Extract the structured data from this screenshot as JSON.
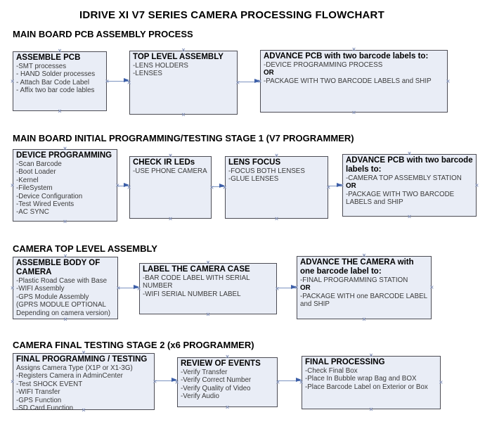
{
  "title": "IDRIVE XI V7 SERIES CAMERA PROCESSING FLOWCHART",
  "colors": {
    "box_fill": "#e9edf6",
    "box_border": "#4c4c54",
    "arrow_line": "#7c93c0",
    "arrow_head": "#3d5fa8",
    "handle": "#8795bb"
  },
  "sections": [
    {
      "heading": "MAIN BOARD PCB ASSEMBLY PROCESS",
      "boxes": [
        {
          "title": "ASSEMBLE PCB",
          "lines": [
            "-SMT processes",
            "- HAND Solder processes",
            "- Attach Bar Code Label",
            "- Affix two bar code lables"
          ]
        },
        {
          "title": "TOP LEVEL ASSEMBLY",
          "lines": [
            "-LENS HOLDERS",
            "-LENSES"
          ]
        },
        {
          "title": "ADVANCE PCB with two barcode labels to:",
          "lines": [
            "-DEVICE PROGRAMMING PROCESS",
            "OR",
            "-PACKAGE WITH TWO BARCODE LABELS and SHIP"
          ]
        }
      ]
    },
    {
      "heading": "MAIN BOARD INITIAL PROGRAMMING/TESTING STAGE 1 (V7 PROGRAMMER)",
      "boxes": [
        {
          "title": "DEVICE PROGRAMMING",
          "lines": [
            "-Scan Barcode",
            "-Boot Loader",
            "-Kernel",
            "-FileSystem",
            "-Device Configuration",
            "-Test Wired Events",
            "-AC SYNC"
          ]
        },
        {
          "title": "CHECK IR LEDs",
          "lines": [
            "-USE PHONE CAMERA"
          ]
        },
        {
          "title": "LENS FOCUS",
          "lines": [
            "-FOCUS BOTH LENSES",
            "-GLUE LENSES"
          ]
        },
        {
          "title": "ADVANCE PCB with two barcode labels to:",
          "lines": [
            "-CAMERA TOP ASSEMBLY STATION",
            "OR",
            "-PACKAGE WITH TWO BARCODE LABELS and SHIP"
          ]
        }
      ]
    },
    {
      "heading": "CAMERA TOP LEVEL ASSEMBLY",
      "boxes": [
        {
          "title": "ASSEMBLE BODY OF CAMERA",
          "lines": [
            "-Plastic Road Case with Base",
            "-WIFI Assembly",
            "-GPS Module Assembly",
            "(GPRS MODULE OPTIONAL",
            "Depending on camera version)"
          ]
        },
        {
          "title": "LABEL THE CAMERA CASE",
          "lines": [
            "-BAR CODE LABEL WITH SERIAL NUMBER",
            "-WIFI SERIAL NUMBER LABEL"
          ]
        },
        {
          "title": "ADVANCE THE CAMERA with one barcode label to:",
          "lines": [
            "-FINAL PROGRAMMING STATION",
            "OR",
            "-PACKAGE WITH one BARCODE LABEL and SHIP"
          ]
        }
      ]
    },
    {
      "heading": "CAMERA FINAL TESTING STAGE 2 (x6 PROGRAMMER)",
      "boxes": [
        {
          "title": "FINAL PROGRAMMING / TESTING",
          "lines": [
            "Assigns Camera Type (X1P or X1-3G)",
            "-Registers Camera in AdminCenter",
            "-Test SHOCK EVENT",
            "-WIFI Transfer",
            "-GPS Function",
            "-SD Card Function"
          ]
        },
        {
          "title": "REVIEW OF EVENTS",
          "lines": [
            "-Verify Transfer",
            "-Verify Correct Number",
            "-Verify Quality of Video",
            "-Verify Audio"
          ]
        },
        {
          "title": "FINAL PROCESSING",
          "lines": [
            "-Check Final Box",
            "-Place In Bubble wrap Bag and BOX",
            "-Place Barcode Label on Exterior or Box"
          ]
        }
      ]
    }
  ]
}
